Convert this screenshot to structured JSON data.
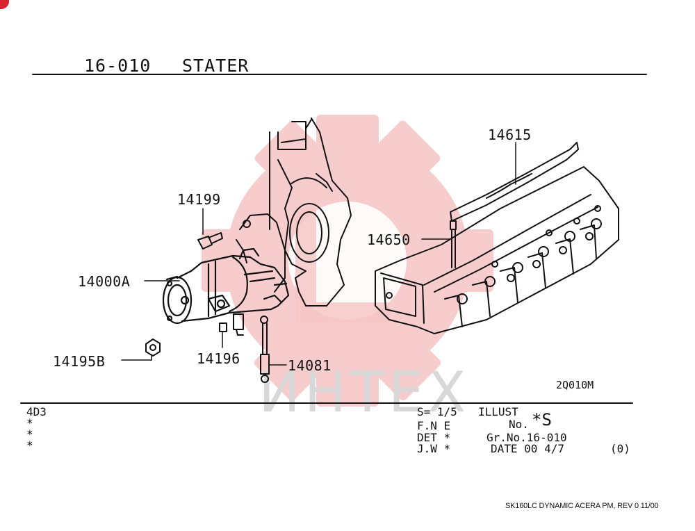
{
  "header": {
    "code": "16-010",
    "name": "STATER"
  },
  "watermark": {
    "text": "ИНТЕХ"
  },
  "parts": [
    {
      "number": "14199"
    },
    {
      "number": "14000A"
    },
    {
      "number": "14195B"
    },
    {
      "number": "14196"
    },
    {
      "number": "14081"
    },
    {
      "number": "14650"
    },
    {
      "number": "14615"
    }
  ],
  "diagram_code": "2Q010M",
  "info_left": {
    "model": "4D3",
    "marks": [
      "*",
      "*",
      "*"
    ]
  },
  "info_right": {
    "scale": "S= 1/5",
    "illust": "ILLUST",
    "no_label": "No.",
    "no_value": "*S",
    "fne": "F.N E",
    "det": "DET *",
    "gr_no": "Gr.No.16-010",
    "jw": "J.W *",
    "date": "DATE  00  4/7",
    "rev": "(0)"
  },
  "footer": "SK160LC DYNAMIC ACERA PM, REV  0 11/00",
  "colors": {
    "ink": "#111111",
    "watermark_red": "#f3b9b9",
    "watermark_gray": "#d8d8d8",
    "badge": "#d9232e"
  }
}
